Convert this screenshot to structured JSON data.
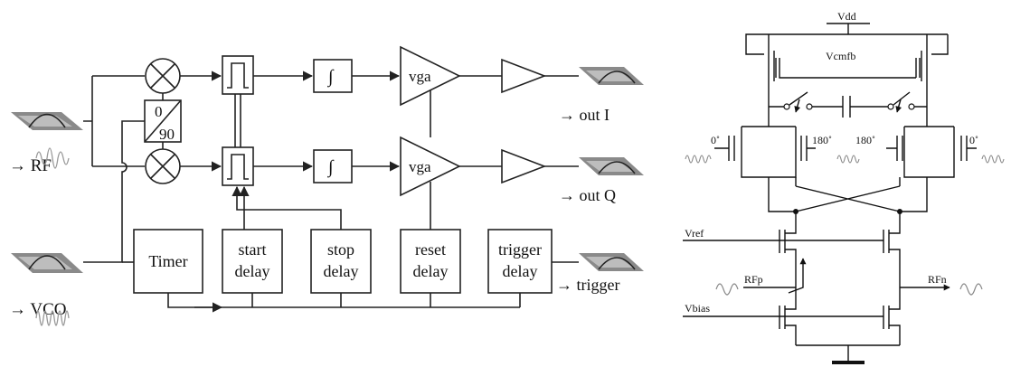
{
  "left_diagram": {
    "inputs": {
      "rf": "→ RF",
      "vco": "→ VCO"
    },
    "outputs": {
      "out_i": "→ out I",
      "out_q": "→ out Q",
      "trigger": "→ trigger"
    },
    "phase_shifter": {
      "top": "0",
      "bottom": "90"
    },
    "blocks": {
      "vga": "vga",
      "integrator": "∫",
      "timer": "Timer",
      "start_delay": [
        "start",
        "delay"
      ],
      "stop_delay": [
        "stop",
        "delay"
      ],
      "reset_delay": [
        "reset",
        "delay"
      ],
      "trigger_delay": [
        "trigger",
        "delay"
      ]
    }
  },
  "right_circuit": {
    "labels": {
      "vdd": "Vdd",
      "vcmfb": "Vcmfb",
      "phase_0": "0˚",
      "phase_180": "180˚",
      "vref": "Vref",
      "vbias": "Vbias",
      "rfp": "RFp",
      "rfn": "RFn"
    }
  }
}
